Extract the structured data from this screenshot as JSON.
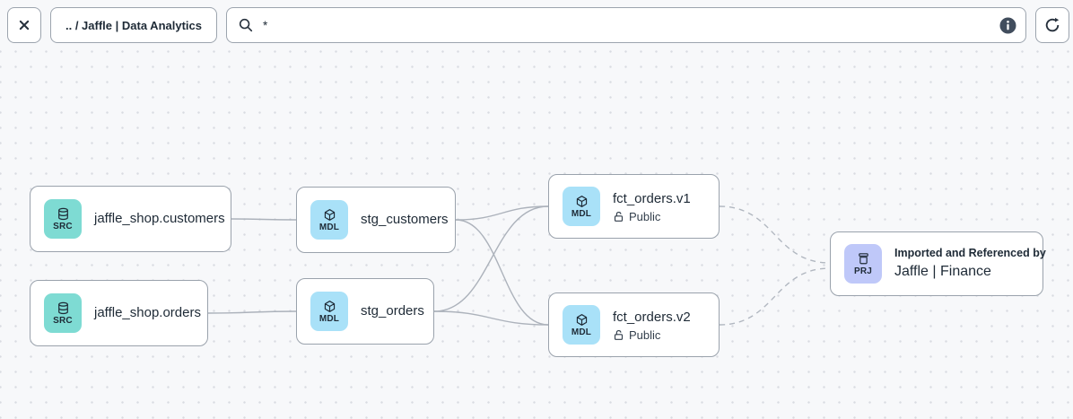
{
  "toolbar": {
    "breadcrumb": ".. / Jaffle | Data Analytics",
    "search_value": "*",
    "search_placeholder": ""
  },
  "graph": {
    "nodes": {
      "src_customers": {
        "badge": "SRC",
        "title": "jaffle_shop.customers"
      },
      "src_orders": {
        "badge": "SRC",
        "title": "jaffle_shop.orders"
      },
      "stg_customers": {
        "badge": "MDL",
        "title": "stg_customers"
      },
      "stg_orders": {
        "badge": "MDL",
        "title": "stg_orders"
      },
      "fct_orders_v1": {
        "badge": "MDL",
        "title": "fct_orders.v1",
        "visibility": "Public"
      },
      "fct_orders_v2": {
        "badge": "MDL",
        "title": "fct_orders.v2",
        "visibility": "Public"
      },
      "project": {
        "badge": "PRJ",
        "caption": "Imported and Referenced by",
        "title": "Jaffle | Finance"
      }
    }
  },
  "icons": {
    "close": "close-icon (x cross)",
    "search": "search-icon (magnifier)",
    "info": "info-icon (filled circle i)",
    "refresh": "refresh-icon (clockwise arrow)",
    "source": "database-icon (cylinder)",
    "model": "cube-icon (3d package)",
    "project": "archive-icon (lidded box)",
    "visibility": "lock-open-icon (unlocked padlock)"
  },
  "colors": {
    "canvas_bg": "#f7f8fa",
    "dot": "#d9dce2",
    "node_border": "#9aa2ac",
    "node_bg": "#ffffff",
    "text": "#1e2a36",
    "source_badge": "#7edbd3",
    "model_badge": "#a9e1f8",
    "project_badge": "#bfc8f9",
    "edge": "#acb2bb",
    "info_icon_bg": "#414d5d"
  }
}
